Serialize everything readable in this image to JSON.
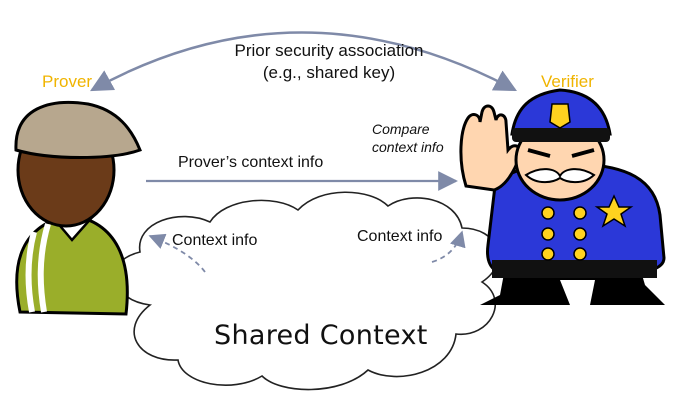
{
  "roles": {
    "prover": "Prover",
    "verifier": "Verifier"
  },
  "association": {
    "line1": "Prior security association",
    "line2": "(e.g., shared key)"
  },
  "flows": {
    "prover_context": "Prover’s context info",
    "compare_line1": "Compare",
    "compare_line2": "context info",
    "context_left": "Context info",
    "context_right": "Context info"
  },
  "cloud": {
    "label": "Shared Context"
  },
  "colors": {
    "role_label": "#f0b400",
    "arrow": "#7f8aa8",
    "police_blue": "#2b38d8",
    "star_badge": "#ffd21f",
    "prover_shirt": "#9aae2a",
    "cap": "#b7a78e"
  }
}
